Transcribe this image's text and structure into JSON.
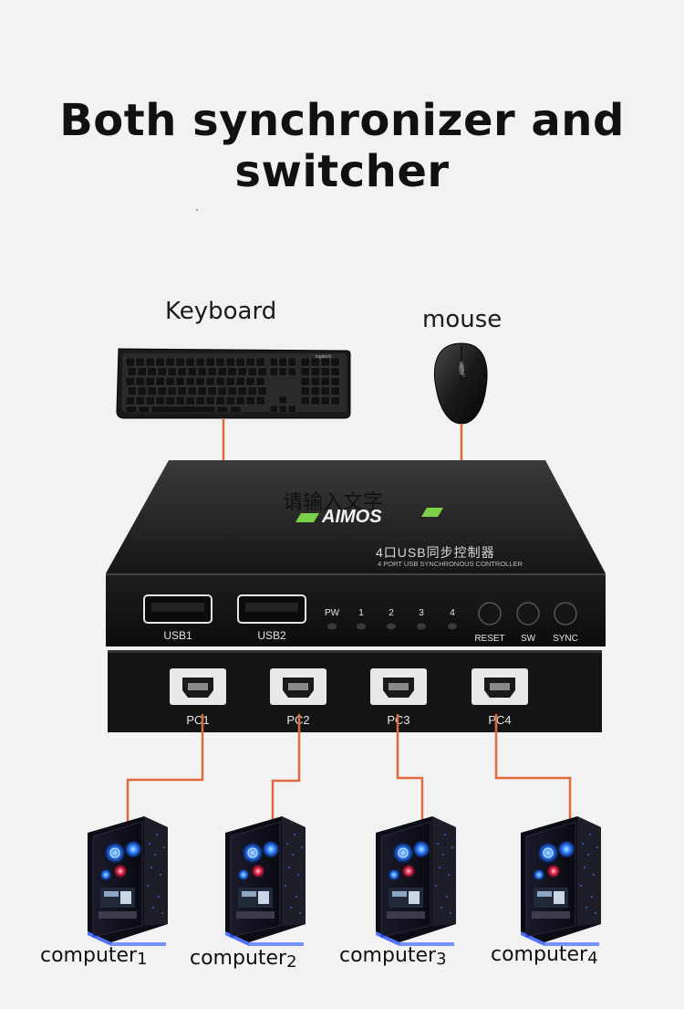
{
  "headline": "Both synchronizer and switcher",
  "devices": {
    "keyboard_label": "Keyboard",
    "keyboard_brand": "logitech",
    "mouse_label": "mouse",
    "mouse_brand": "logitech"
  },
  "controller": {
    "overlay_text": "请输入文字",
    "brand_logo": "AIMOS",
    "model_cn": "4口USB同步控制器",
    "model_en": "4 PORT USB SYNCHRONOUS CONTROLLER",
    "usb_ports": [
      "USB1",
      "USB2"
    ],
    "indicators": [
      "PW",
      "1",
      "2",
      "3",
      "4"
    ],
    "buttons": [
      "RESET",
      "SW",
      "SYNC"
    ],
    "pc_ports": [
      "PC1",
      "PC2",
      "PC3",
      "PC4"
    ]
  },
  "computers": [
    {
      "name": "computer",
      "num": "1"
    },
    {
      "name": "computer",
      "num": "2"
    },
    {
      "name": "computer",
      "num": "3"
    },
    {
      "name": "computer",
      "num": "4"
    }
  ],
  "colors": {
    "cable": "#e06a3c",
    "background": "#f2f2f2",
    "device_body": "#1b1b1b",
    "logo_green": "#7cd14a"
  }
}
